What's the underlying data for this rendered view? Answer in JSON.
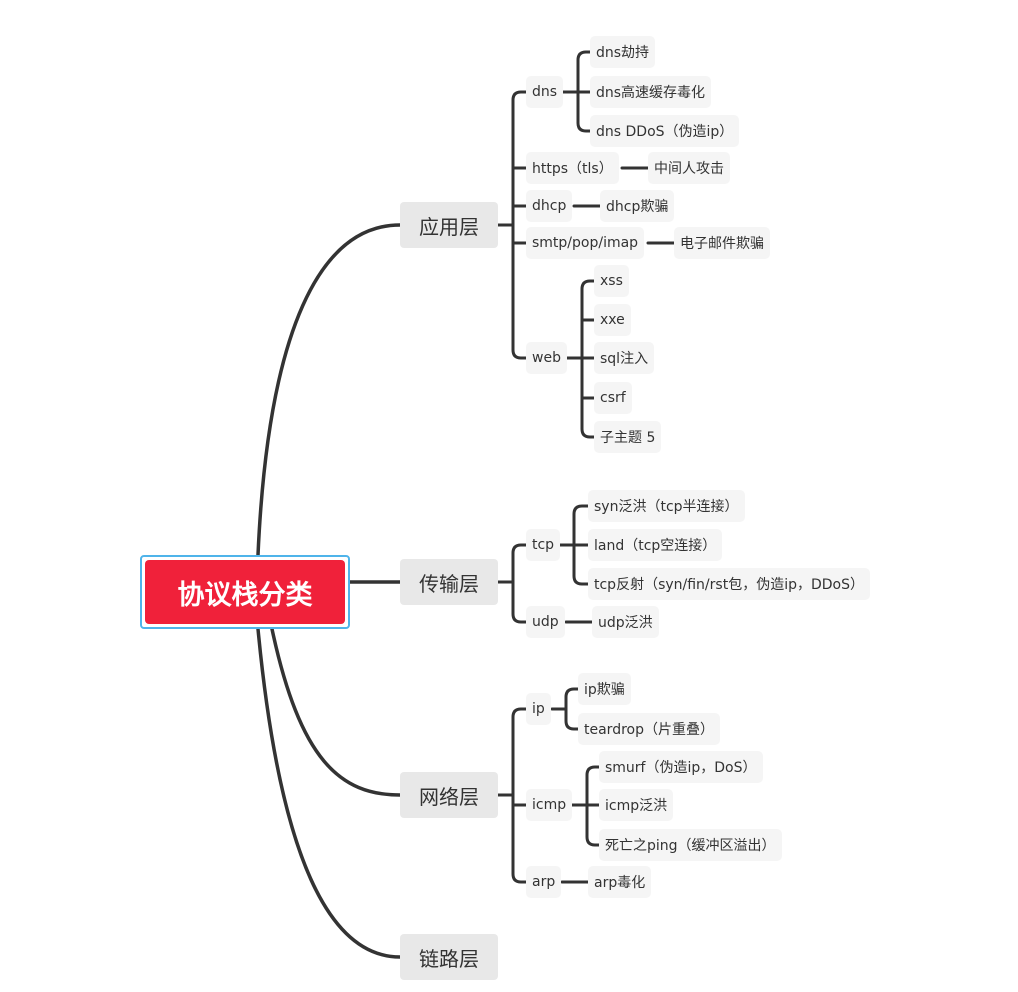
{
  "root": "协议栈分类",
  "branches": [
    {
      "label": "应用层",
      "children": [
        {
          "label": "dns",
          "children": [
            "dns劫持",
            "dns高速缓存毒化",
            "dns DDoS（伪造ip）"
          ]
        },
        {
          "label": "https（tls）",
          "children": [
            "中间人攻击"
          ]
        },
        {
          "label": "dhcp",
          "children": [
            "dhcp欺骗"
          ]
        },
        {
          "label": "smtp/pop/imap",
          "children": [
            "电子邮件欺骗"
          ]
        },
        {
          "label": "web",
          "children": [
            "xss",
            "xxe",
            "sql注入",
            "csrf",
            "子主题 5"
          ]
        }
      ]
    },
    {
      "label": "传输层",
      "children": [
        {
          "label": "tcp",
          "children": [
            "syn泛洪（tcp半连接）",
            "land（tcp空连接）",
            "tcp反射（syn/fin/rst包，伪造ip，DDoS）"
          ]
        },
        {
          "label": "udp",
          "children": [
            "udp泛洪"
          ]
        }
      ]
    },
    {
      "label": "网络层",
      "children": [
        {
          "label": "ip",
          "children": [
            "ip欺骗",
            "teardrop（片重叠）"
          ]
        },
        {
          "label": "icmp",
          "children": [
            "smurf（伪造ip，DoS）",
            "icmp泛洪",
            "死亡之ping（缓冲区溢出）"
          ]
        },
        {
          "label": "arp",
          "children": [
            "arp毒化"
          ]
        }
      ]
    },
    {
      "label": "链路层",
      "children": []
    }
  ],
  "colors": {
    "root_fill": "#f0213a",
    "root_border": "#4fb4ea",
    "line": "#333333",
    "branch_fill": "#e8e8e8",
    "leaf_fill": "#f5f5f5"
  }
}
